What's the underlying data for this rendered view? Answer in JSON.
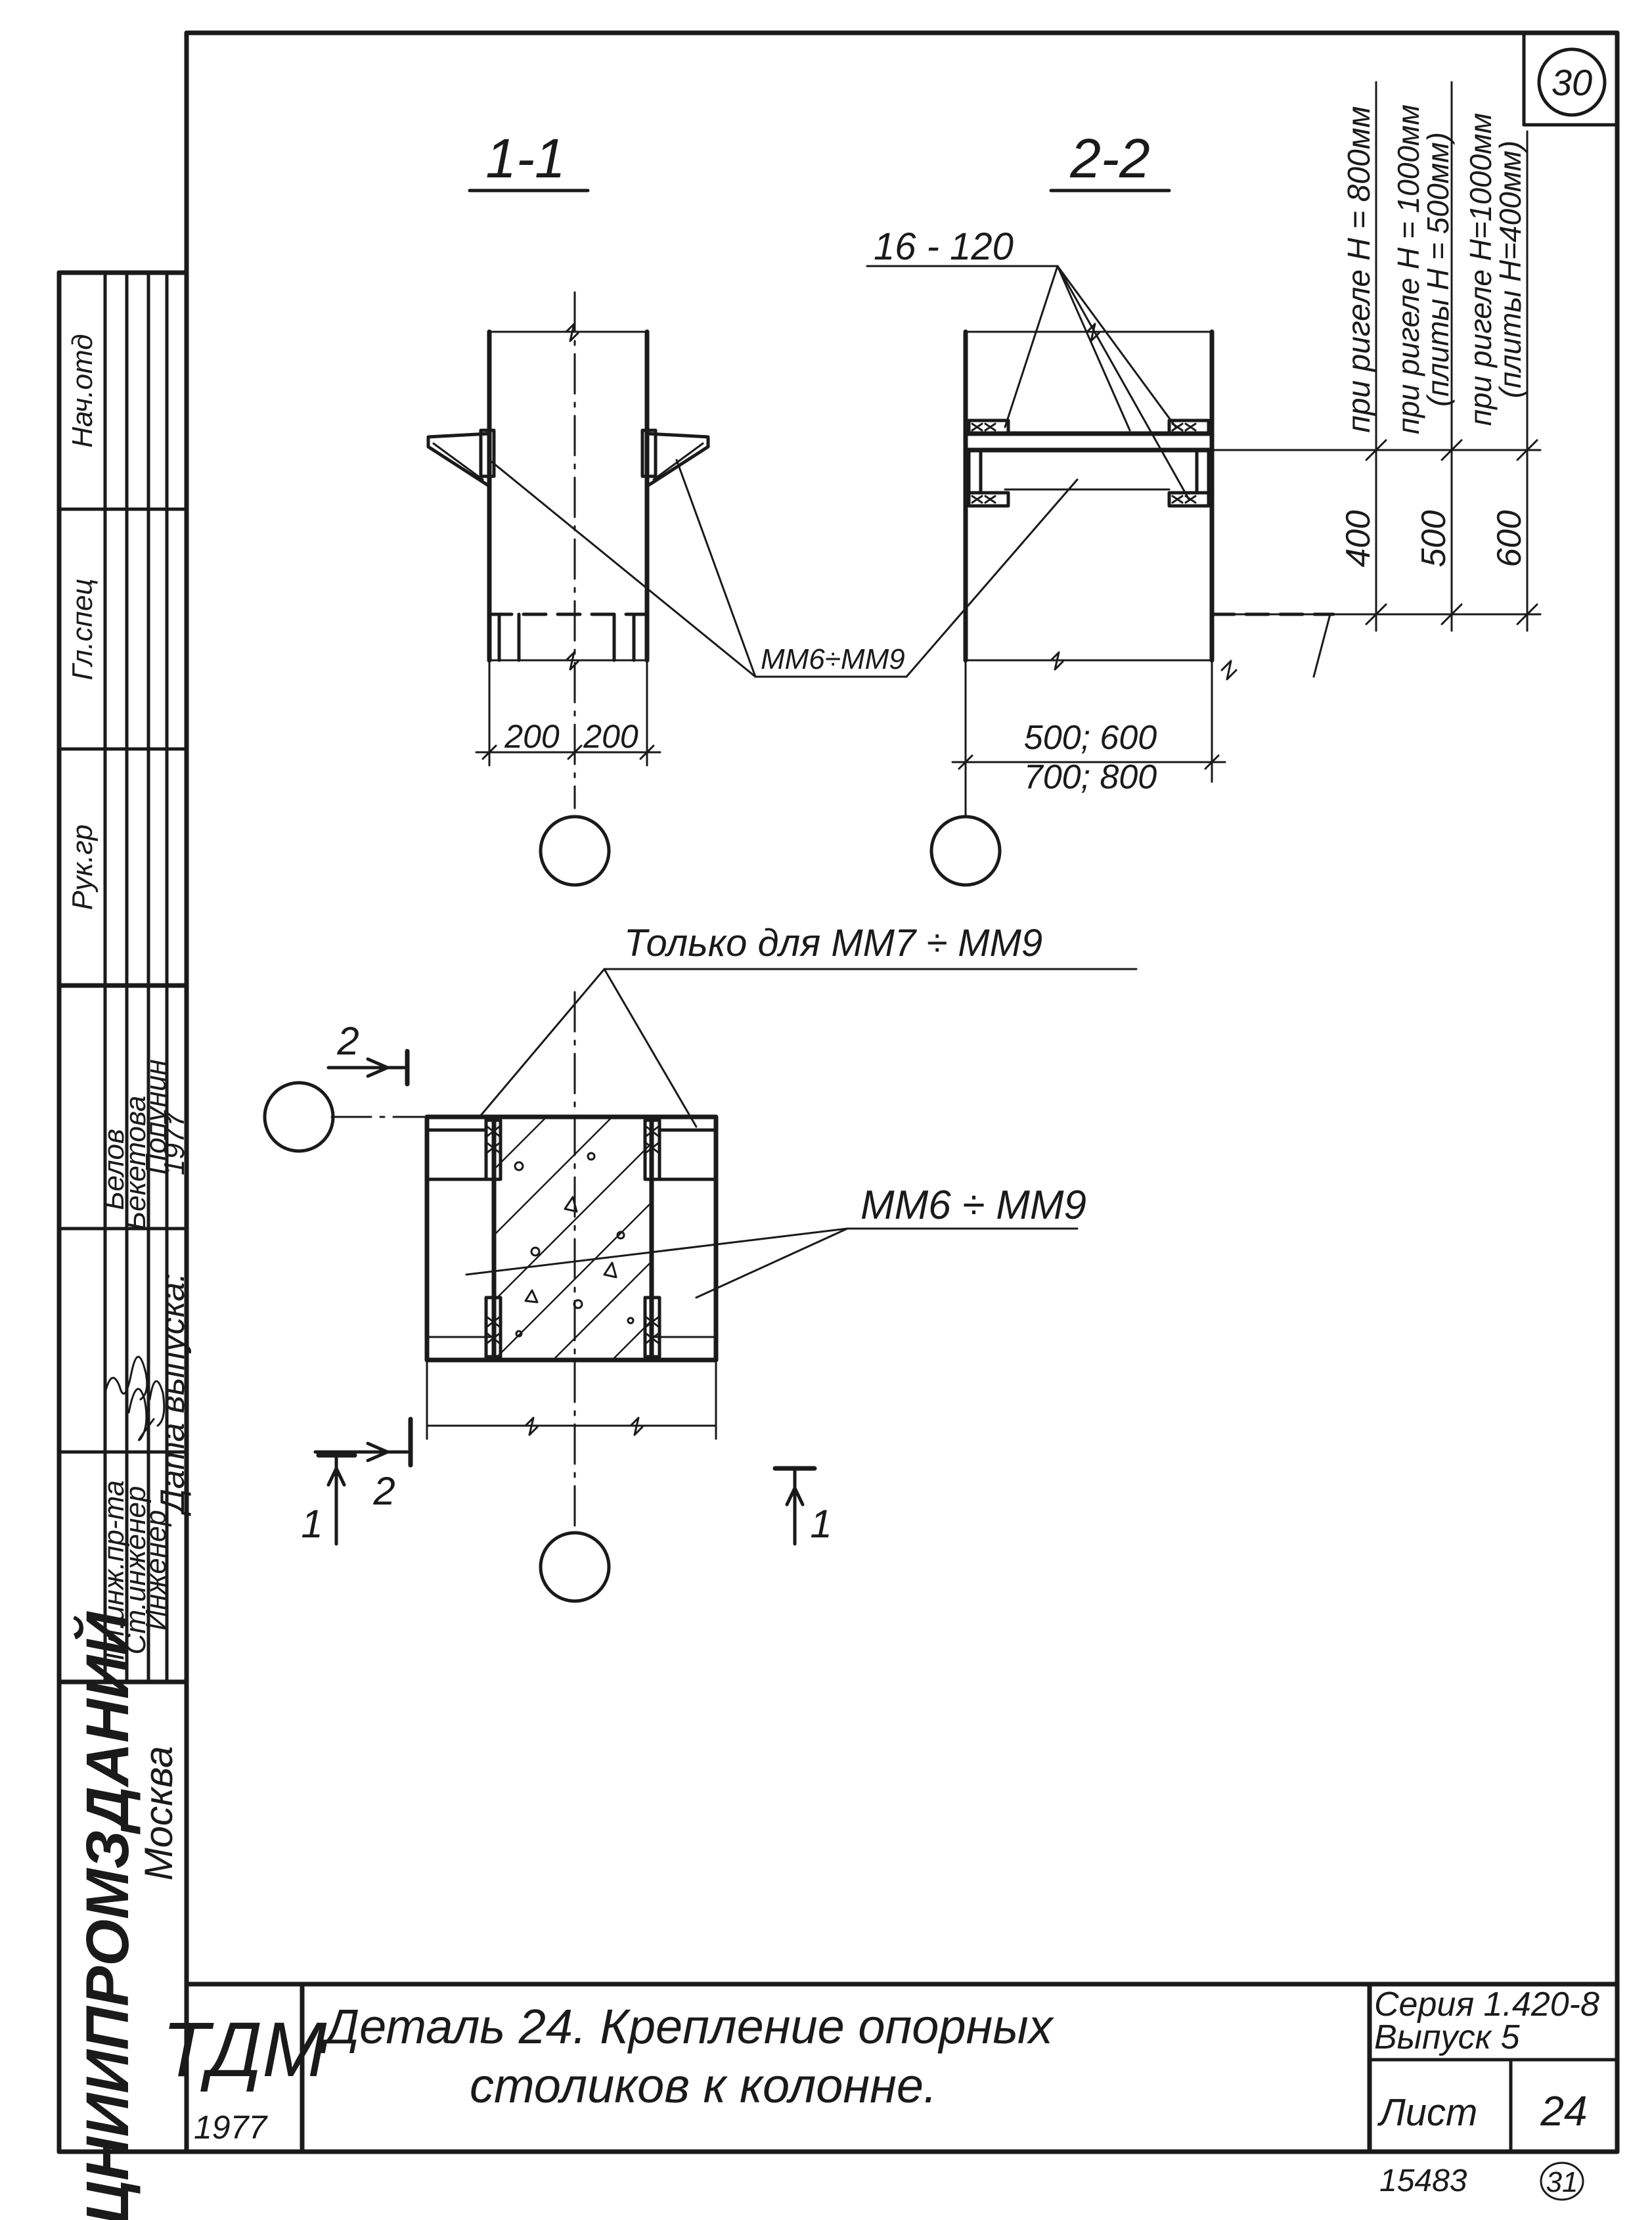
{
  "sheet_number_circle": "30",
  "sections": {
    "section_1_label": "1-1",
    "section_2_label": "2-2"
  },
  "labels": {
    "anchor_note": "16 - 120",
    "part_range_section": "ММ6÷ММ9",
    "part_range_plan": "ММ6 ÷ ММ9",
    "only_for_note": "Только для ММ7 ÷ ММ9"
  },
  "dimensions": {
    "width_left": "200",
    "width_right": "200",
    "column_sizes_line1": "500; 600",
    "column_sizes_line2": "700; 800",
    "h400": "400",
    "h500": "500",
    "h600": "600"
  },
  "conditions": {
    "c1": "при ригеле Н = 800мм",
    "c2": "при ригеле Н = 1000мм",
    "c3": "(плиты Н = 500мм)",
    "c4": "при ригеле Н=1000мм",
    "c5": "(плиты Н=400мм)"
  },
  "plan_markers": {
    "cut_2_top": "2",
    "cut_2_bottom": "2",
    "cut_1_left": "1",
    "cut_1_right": "1"
  },
  "side_stamp": {
    "org_line1": "ЦНИИПРОМЗДАНИЙ",
    "org_line2": "Москва",
    "roles": [
      "Гл.инж.пр-та",
      "Ст.инженер",
      "Инженер",
      "Дата выпуска:"
    ],
    "names": [
      "Белов",
      "Бекетова",
      "Попунин",
      "1977"
    ],
    "upper_cells": [
      "Нач.отд",
      "Гл.спец",
      "Рук.гр"
    ]
  },
  "title_block": {
    "logo": "ТДМ",
    "logo_year": "1977",
    "title_line1": "Деталь 24. Крепление опорных",
    "title_line2": "столиков к колонне.",
    "series": "Серия 1.420-8",
    "issue": "Выпуск 5",
    "sheet_label": "Лист",
    "sheet_value": "24",
    "inventory_number": "15483",
    "page_number": "31"
  }
}
